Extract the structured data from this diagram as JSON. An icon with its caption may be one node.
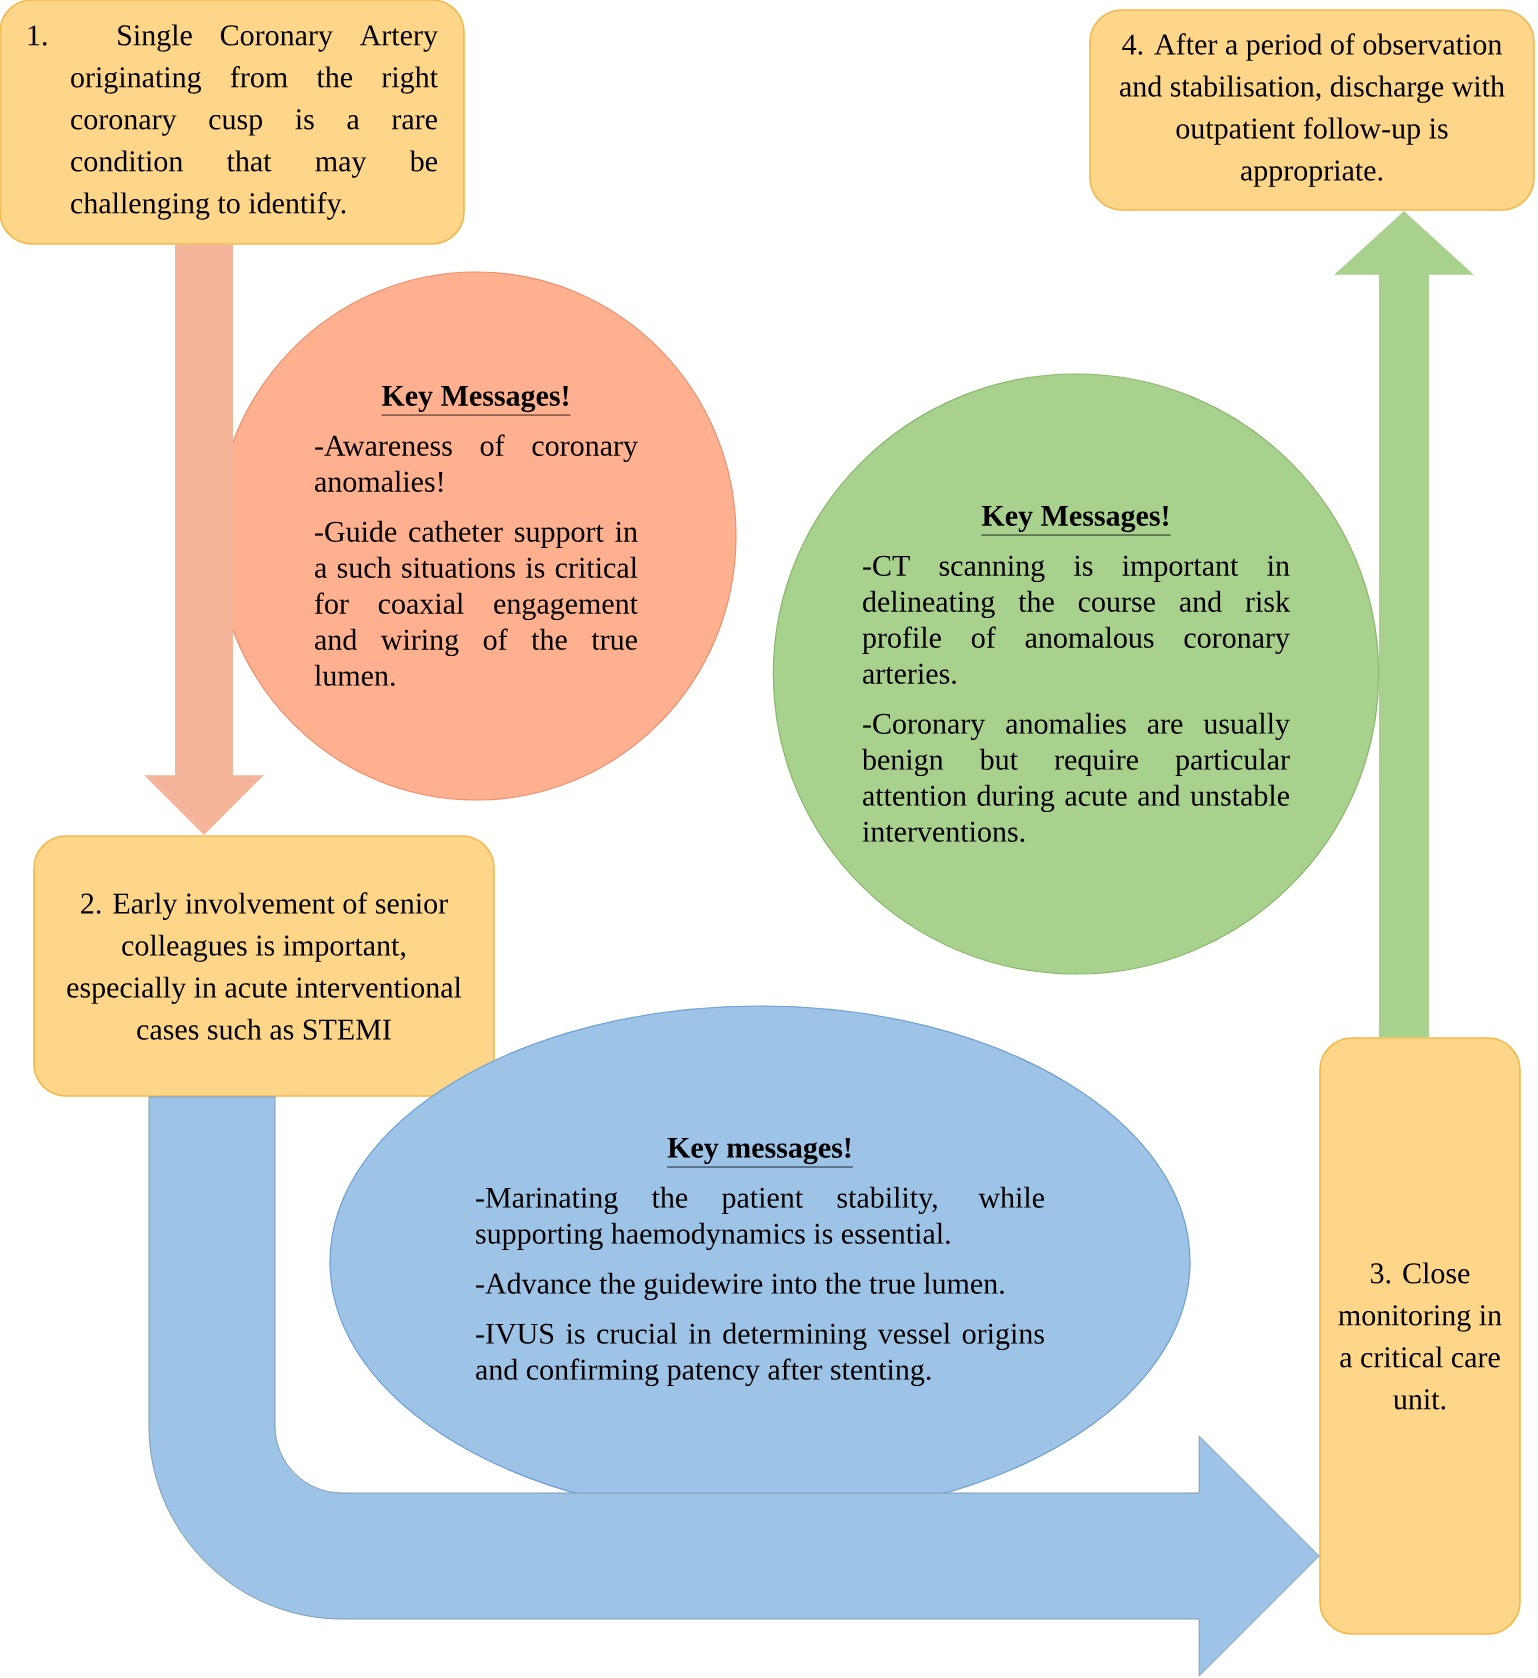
{
  "diagram": {
    "nodes": [
      {
        "text": [
          "1. Single Coronary Artery originating from the right coronary cusp is a rare condition that may be challenging to identify."
        ]
      },
      {
        "text": [
          "2. Early involvement of senior colleagues is important, especially in acute interventional cases such as STEMI"
        ]
      },
      {
        "text": [
          "3. Close monitoring in a critical care unit."
        ]
      },
      {
        "text": [
          "4. After a period of observation and stabilisation, discharge with outpatient follow-up is appropriate."
        ]
      },
      {
        "text": [
          "Key Messages!",
          "-Awareness of coronary anomalies!",
          "-Guide catheter support in a such situations is critical for coaxial engagement and wiring of the true lumen."
        ]
      },
      {
        "text": [
          "Key messages!",
          "-Marinating the patient stability, while supporting haemodynamics is essential.",
          "-Advance the guidewire into the true lumen.",
          "-IVUS is crucial in determining vessel origins and confirming patency after stenting."
        ]
      },
      {
        "text": [
          "Key Messages!",
          "-CT scanning is important in delineating the course and risk profile of anomalous coronary arteries.",
          "-Coronary anomalies are usually benign but require particular attention during acute and unstable interventions."
        ]
      }
    ],
    "edges": [
      {
        "from": 0,
        "to": 1,
        "arrow": "to",
        "color": "#f4b49a"
      },
      {
        "from": 1,
        "to": 2,
        "arrow": "to",
        "style": "thick",
        "color": "#9dc3e6"
      },
      {
        "from": 2,
        "to": 3,
        "arrow": "to",
        "color": "#a9d18e"
      }
    ]
  }
}
